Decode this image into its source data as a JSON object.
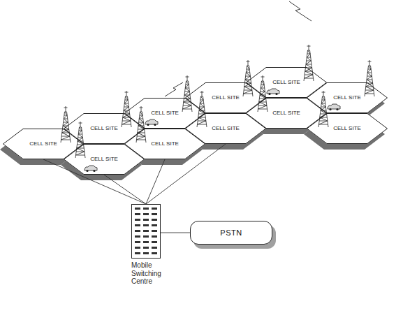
{
  "diagram": {
    "nodes": [
      {
        "text": [
          "CELL SITE"
        ]
      },
      {
        "text": [
          "CELL SITE"
        ]
      },
      {
        "text": [
          "CELL SITE"
        ]
      },
      {
        "text": [
          "CELL SITE"
        ]
      },
      {
        "text": [
          "CELL SITE"
        ]
      },
      {
        "text": [
          "CELL SITE"
        ]
      },
      {
        "text": [
          "CELL SITE"
        ]
      },
      {
        "text": [
          "CELL SITE"
        ]
      },
      {
        "text": [
          "CELL SITE"
        ]
      },
      {
        "text": [
          "CELL SITE"
        ]
      },
      {
        "text": [
          "CELL SITE"
        ]
      },
      {
        "text": [
          "Mobile Switching Centre"
        ]
      },
      {
        "text": [
          "PSTN"
        ]
      }
    ],
    "edges": [
      {
        "from": 11,
        "to": 0,
        "arrow": "none"
      },
      {
        "from": 11,
        "to": 2,
        "arrow": "none"
      },
      {
        "from": 11,
        "to": 3,
        "arrow": "none"
      },
      {
        "from": 11,
        "to": 5,
        "arrow": "none"
      },
      {
        "from": 11,
        "to": 12,
        "arrow": "none"
      }
    ]
  }
}
